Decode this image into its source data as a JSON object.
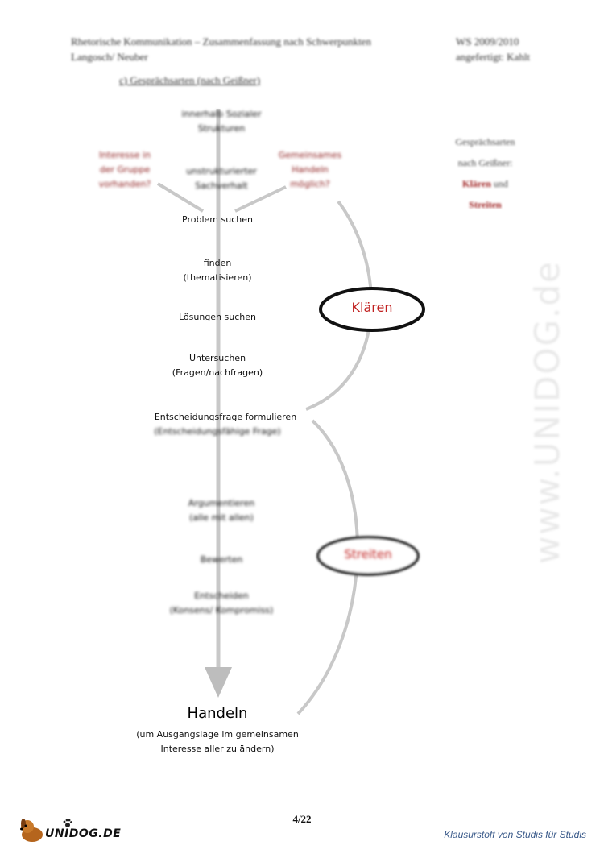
{
  "header": {
    "left_line1": "Rhetorische Kommunikation – Zusammenfassung nach Schwerpunkten",
    "right_line1": "WS 2009/2010",
    "left_line2": "Langosch/ Neuber",
    "right_line2": "angefertigt:  Kahlt",
    "section": "c)  Gesprächsarten (nach Geißner)"
  },
  "diagram": {
    "node_top": [
      "innerhalb Sozialer",
      "Strukturen"
    ],
    "node_unstructured": [
      "unstrukturierter",
      "Sachverhalt"
    ],
    "left_red": [
      "Interesse in",
      "der Gruppe",
      "vorhanden?"
    ],
    "right_red": [
      "Gemeinsames",
      "Handeln",
      "möglich?"
    ],
    "problem": "Problem suchen",
    "finden": [
      "finden",
      "(thematisieren)"
    ],
    "loesungen": "Lösungen suchen",
    "untersuchen": [
      "Untersuchen",
      "(Fragen/nachfragen)"
    ],
    "entscheidung": "Entscheidungsfrage formulieren",
    "entscheidung_sub": "(Entscheidungsfähige Frage)",
    "argumentieren": [
      "Argumentieren",
      "(alle mit allen)"
    ],
    "bewerten": "Bewerten",
    "entscheiden": [
      "Entscheiden",
      "(Konsens/ Kompromiss)"
    ],
    "klaeren": "Klären",
    "streiten": "Streiten",
    "handeln": "Handeln",
    "handeln_sub": [
      "(um Ausgangslage im gemeinsamen",
      "Interesse aller zu ändern)"
    ]
  },
  "sidebar_note": {
    "line1": "Gesprächsarten",
    "line2": "nach Geißner:",
    "line3_red": "Klären",
    "line3_rest": " und",
    "line4_red": "Streiten"
  },
  "footer": {
    "page": "4/22",
    "logo_text": "UNIDOG.DE",
    "tagline": "Klausurstoff von Studis für Studis"
  },
  "watermark": "www.UNIDOG.de",
  "colors": {
    "accent_red": "#c0201f",
    "dark_red": "#8b1a1a",
    "arrow_gray": "#c8c8c8",
    "tagline_blue": "#3a5a8a"
  }
}
